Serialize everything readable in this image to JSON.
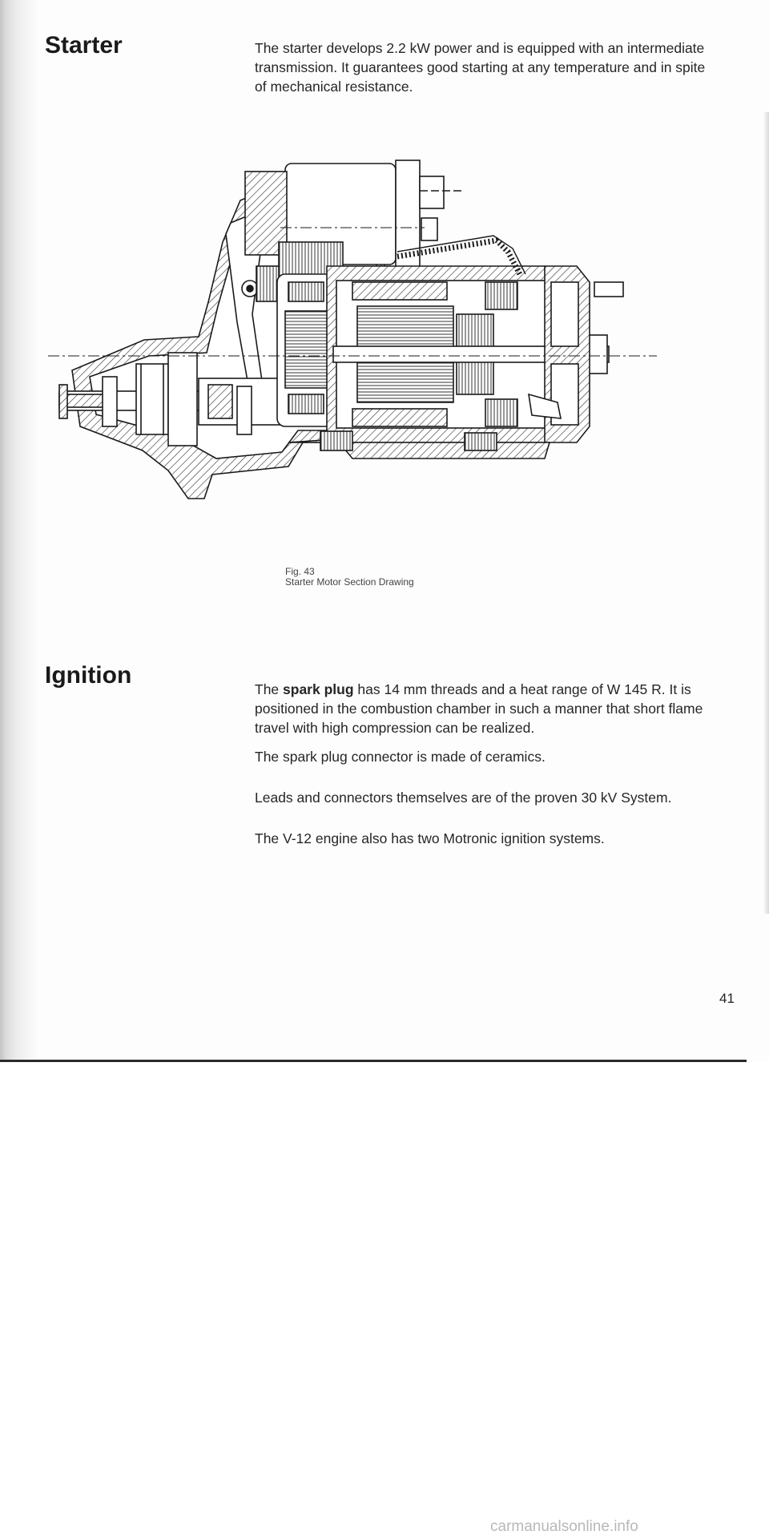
{
  "starter": {
    "title": "Starter",
    "text": "The starter develops 2.2 kW power and is equipped with an intermediate transmission. It guarantees good starting at any temperature and in spite of mechanical resistance."
  },
  "figure": {
    "label": "Fig. 43",
    "description": "Starter Motor Section Drawing"
  },
  "ignition": {
    "title": "Ignition",
    "p1_before": "The ",
    "p1_bold": "spark plug",
    "p1_after": " has 14 mm threads and a heat range of W 145 R. It is positioned in the combustion chamber in such a manner that short flame travel with high compression can be realized.",
    "p2": "The spark plug connector is made of ceramics.",
    "p3": "Leads and connectors themselves are of the proven 30 kV System.",
    "p4": "The V-12 engine also has two Motronic ignition systems."
  },
  "page_number": "41",
  "watermark": "carmanualsonline.info"
}
